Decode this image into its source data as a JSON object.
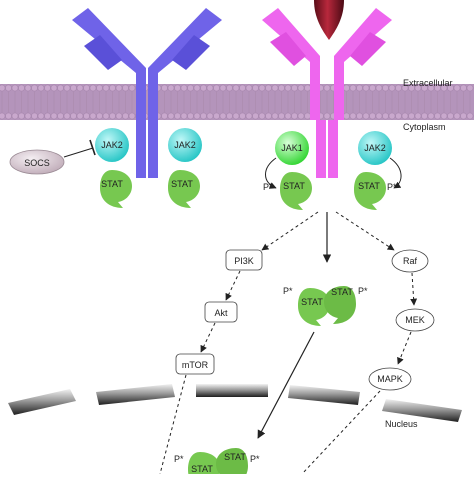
{
  "compartments": {
    "extracellular": "Extracellular",
    "cytoplasm": "Cytoplasm",
    "nucleus": "Nucleus"
  },
  "left_receptor": {
    "jak_left": "JAK2",
    "jak_right": "JAK2",
    "stat_left": "STAT",
    "stat_right": "STAT",
    "inhibitor": "SOCS",
    "color": "#6f63e8"
  },
  "right_receptor": {
    "jak_left": "JAK1",
    "jak_right": "JAK2",
    "stat_left": "STAT",
    "stat_right": "STAT",
    "phospho": "P*",
    "color": "#ee66ee",
    "ligand_color": "#9b1c2e"
  },
  "pathways": {
    "pi3k": [
      "PI3K",
      "Akt",
      "mTOR"
    ],
    "mapk": [
      "Raf",
      "MEK",
      "MAPK"
    ]
  },
  "dimer": {
    "stat": "STAT",
    "phospho": "P*"
  },
  "colors": {
    "jak2": "#3fd9d9",
    "jak1": "#55ee55",
    "stat": "#77c850",
    "membrane": "#c9a8cd",
    "socs": "#d4c2cc"
  }
}
